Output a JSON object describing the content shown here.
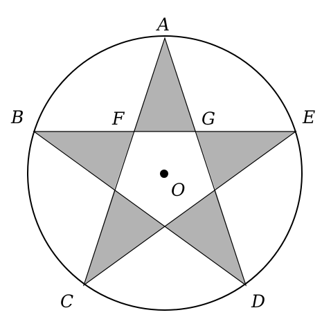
{
  "labels": {
    "A": "A",
    "B": "B",
    "C": "C",
    "D": "D",
    "E": "E",
    "F": "F",
    "G": "G",
    "O": "O"
  },
  "colors": {
    "shade": "#b3b3b3",
    "stroke": "#000000",
    "background": "#ffffff"
  }
}
